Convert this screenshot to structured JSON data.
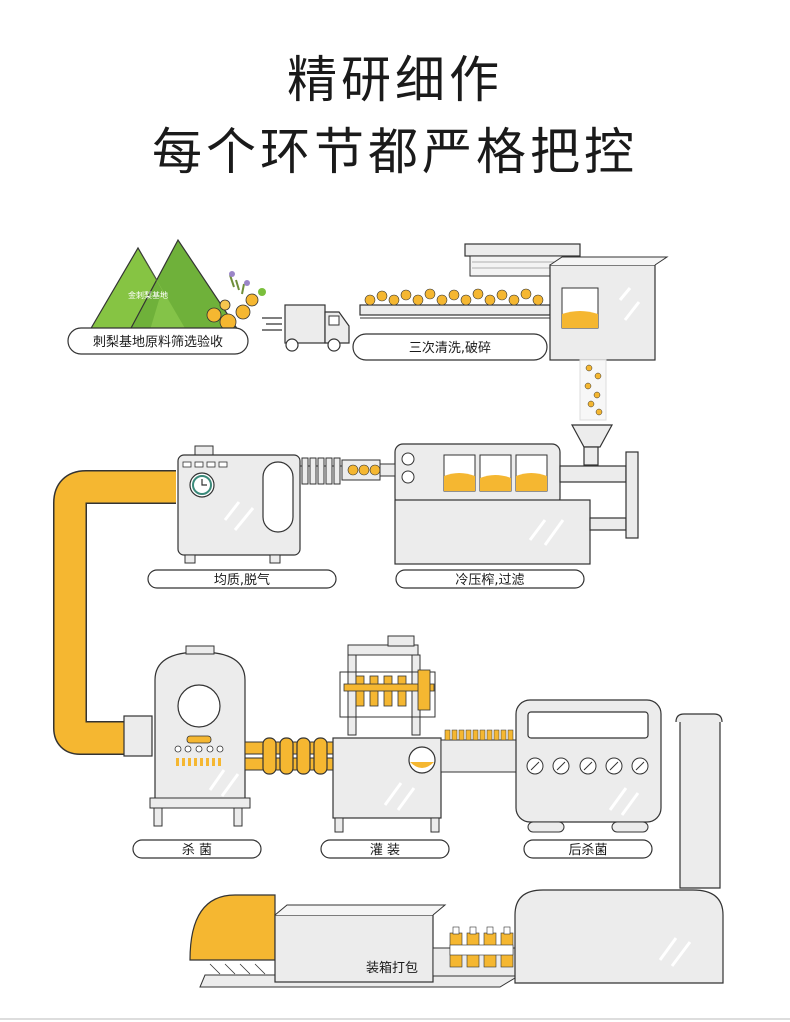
{
  "title": {
    "line1": "精研细作",
    "line2": "每个环节都严格把控"
  },
  "mountain_label": "金刺梨基地",
  "steps": {
    "raw": "刺梨基地原料筛选验收",
    "wash": "三次清洗,破碎",
    "press": "冷压榨,过滤",
    "homog": "均质,脱气",
    "steril": "杀 菌",
    "fill": "灌 装",
    "post": "后杀菌",
    "pack": "装箱打包"
  },
  "colors": {
    "accent": "#f5b731",
    "machine": "#ececec",
    "stroke": "#333333",
    "green": "#7bbf3c"
  }
}
